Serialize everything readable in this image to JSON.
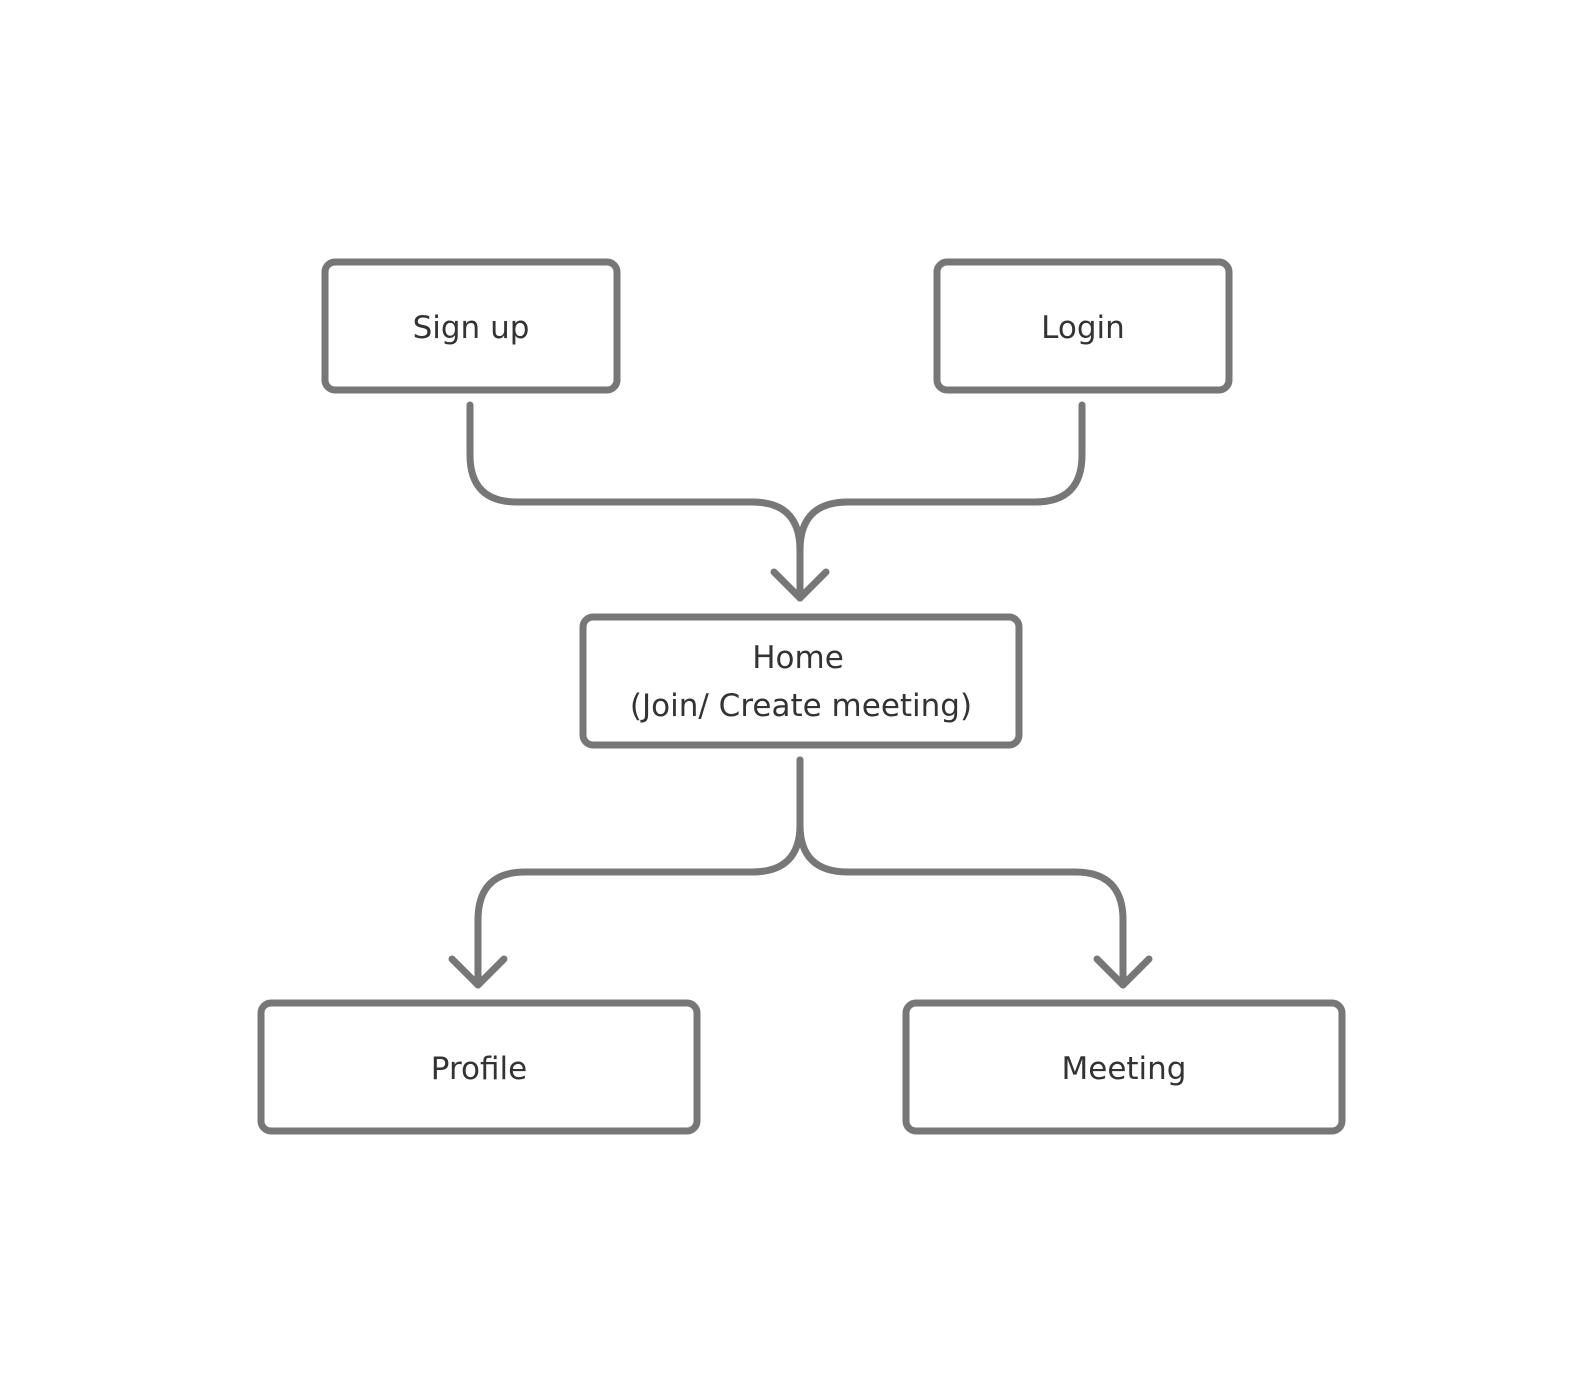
{
  "nodes": {
    "signup": {
      "label": "Sign up"
    },
    "login": {
      "label": "Login"
    },
    "home": {
      "label_line1": "Home",
      "label_line2": "(Join/ Create meeting)"
    },
    "profile": {
      "label": "Profile"
    },
    "meeting": {
      "label": "Meeting"
    }
  },
  "edges": [
    {
      "from": "Sign up",
      "to": "Home"
    },
    {
      "from": "Login",
      "to": "Home"
    },
    {
      "from": "Home",
      "to": "Profile"
    },
    {
      "from": "Home",
      "to": "Meeting"
    }
  ],
  "colors": {
    "stroke": "#777777",
    "text": "#333333",
    "background": "#ffffff"
  }
}
